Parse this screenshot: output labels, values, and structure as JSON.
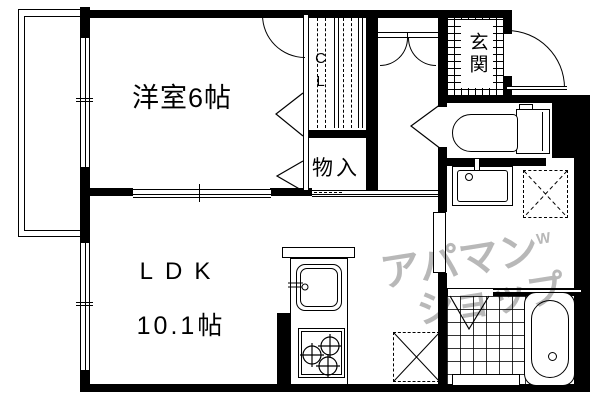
{
  "document": {
    "type": "apartment-floorplan"
  },
  "rooms": {
    "western_room": "洋室6帖",
    "ldk_line1": "LDK",
    "ldk_line2": "10.1帖",
    "closet": "CL",
    "storage": "物入",
    "entrance": "玄関"
  },
  "watermark": {
    "line1": "アパマン",
    "mark": "W",
    "line2": "ショップ"
  },
  "fixtures": [
    "balcony",
    "window",
    "sliding-door",
    "double-door-closet",
    "entrance-door",
    "toilet",
    "washbasin",
    "washing-machine-pan",
    "bathtub",
    "bath-folding-door",
    "kitchen-sink",
    "gas-stove",
    "refrigerator-space"
  ],
  "colors": {
    "walls": "#000000",
    "background": "#ffffff",
    "watermark": "#b8b8b8"
  }
}
